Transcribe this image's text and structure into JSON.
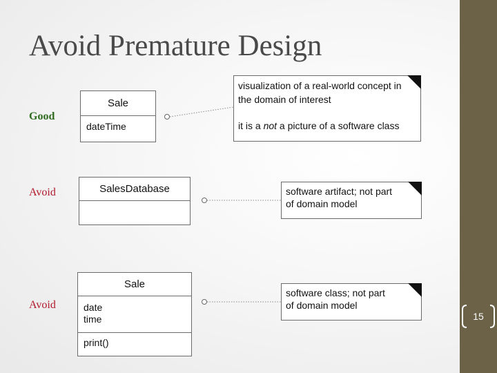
{
  "slide": {
    "title": "Avoid Premature Design",
    "page_number": "15"
  },
  "rows": [
    {
      "label": "Good",
      "class_name": "Sale",
      "attributes": [
        "dateTime"
      ],
      "methods": [],
      "note_lines": [
        "visualization of a real-world concept in",
        "the domain of interest"
      ],
      "note_line3_pre": "it is a ",
      "note_line3_em": "not",
      "note_line3_post": " a picture of a software class"
    },
    {
      "label": "Avoid",
      "class_name": "SalesDatabase",
      "note_lines": [
        "software artifact; not part",
        "of domain model"
      ]
    },
    {
      "label": "Avoid",
      "class_name": "Sale",
      "attributes": [
        "date",
        "time"
      ],
      "methods": [
        "print()"
      ],
      "note_lines": [
        "software class; not part",
        "of domain model"
      ]
    }
  ],
  "colors": {
    "sidebar": "#6b6248",
    "good_label": "#2e6b1f",
    "avoid_label": "#b2182b"
  }
}
